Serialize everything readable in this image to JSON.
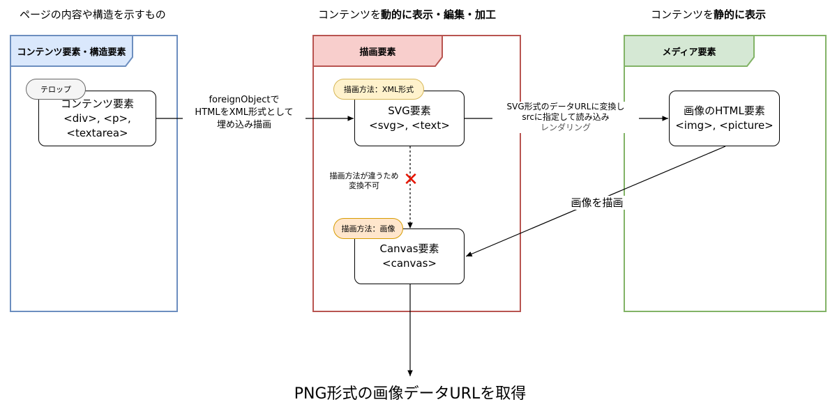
{
  "columns": {
    "left": "ページの内容や構造を示すもの",
    "middle": {
      "prefix": "コンテンツを",
      "bold": "動的に表示・編集・加工"
    },
    "right": {
      "prefix": "コンテンツを",
      "bold": "静的に表示"
    }
  },
  "lanes": {
    "left": {
      "title": "コンテンツ要素・構造要素",
      "color": "#6c8ebf",
      "fill": "#dae8fc"
    },
    "middle": {
      "title": "描画要素",
      "color": "#b85450",
      "fill": "#f8cecc"
    },
    "right": {
      "title": "メディア要素",
      "color": "#82b366",
      "fill": "#d5e8d4"
    }
  },
  "nodes": {
    "content": {
      "tag": "テロップ",
      "text": "コンテンツ要素\n<div>, <p>,\n<textarea>"
    },
    "svg": {
      "tag": "描画方法：XML形式",
      "text": "SVG要素\n<svg>, <text>"
    },
    "canvas": {
      "tag": "描画方法：画像",
      "text": "Canvas要素\n<canvas>"
    },
    "img": {
      "text": "画像のHTML要素\n<img>, <picture>"
    }
  },
  "edges": {
    "foreign": "foreignObjectで\nHTMLをXML形式として\n埋め込み描画",
    "svg_to_img_line1": "SVG形式のデータURLに変換し",
    "svg_to_img_line2": "srcに指定して読み込み",
    "svg_to_img_line3": "レンダリング",
    "cannot_convert": "描画方法が違うため\n変換不可",
    "cross_mark": "✕",
    "draw_image": "画像を描画",
    "output": "PNG形式の画像データURLを取得"
  },
  "colors": {
    "tag_grey": "#f5f5f5",
    "tag_orange": "#ffe6cc",
    "tag_yellow": "#fff2cc",
    "cross": "#e51400"
  }
}
